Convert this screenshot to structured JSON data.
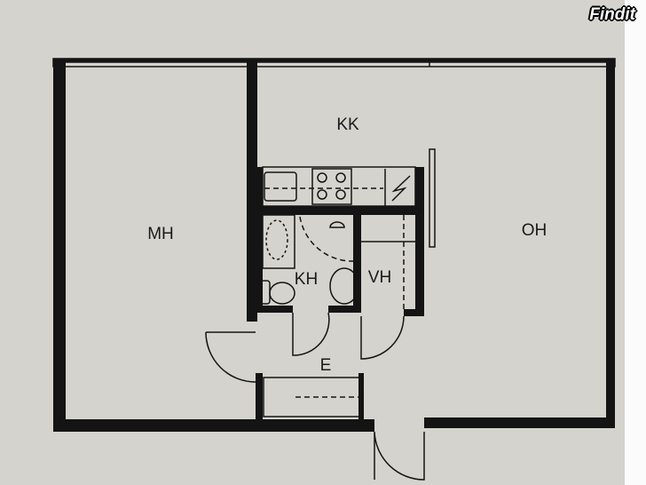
{
  "logo": "Findit",
  "rooms": {
    "kk": "KK",
    "mh": "MH",
    "oh": "OH",
    "kh": "KH",
    "vh": "VH",
    "e": "E"
  },
  "colors": {
    "paper": "#d5d3cd",
    "wall": "#141414"
  }
}
